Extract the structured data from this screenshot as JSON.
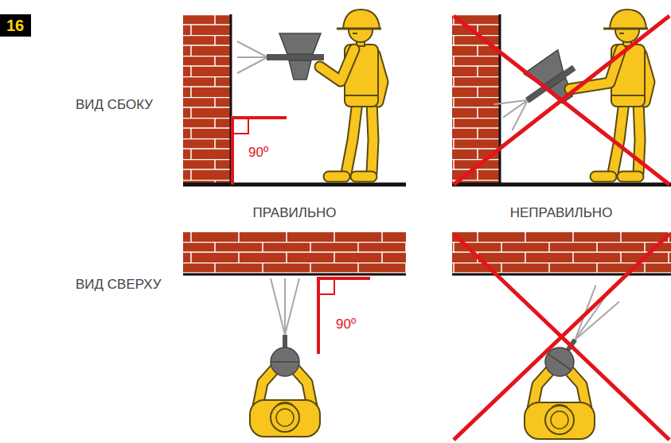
{
  "diagram": {
    "nodes": [
      {
        "text": [
          "16"
        ]
      }
    ],
    "labels": [
      "ВИД СБОКУ",
      "90º",
      "ПРАВИЛЬНО",
      "НЕПРАВИЛЬНО",
      "ВИД СВЕРХУ",
      "90º"
    ]
  }
}
